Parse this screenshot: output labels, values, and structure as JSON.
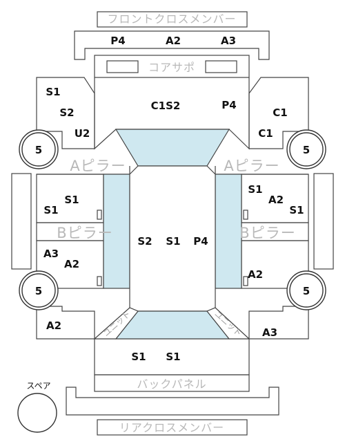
{
  "labels": {
    "front_cross_member": "フロントクロスメンバー",
    "core_support": "コアサポ",
    "a_pillar": "Aピラー",
    "b_pillar": "Bピラー",
    "unit": "ユニット",
    "back_panel": "バックパネル",
    "rear_cross_member": "リアクロスメンバー",
    "spare": "スペア"
  },
  "wheels": {
    "front_left": "5",
    "front_right": "5",
    "rear_left": "5",
    "rear_right": "5"
  },
  "codes": {
    "front_top": [
      "P4",
      "A2",
      "A3"
    ],
    "core_center": "C1S2",
    "core_right": "P4",
    "left_front_a": "S1",
    "left_front_b": "S2",
    "left_front_c": "U2",
    "right_front_a": "C1",
    "right_front_b": "C1",
    "left_door_a": "S1",
    "left_door_b": "S1",
    "right_door_a": "S1",
    "right_door_b": "A2",
    "right_door_c": "S1",
    "cabin": [
      "S2",
      "S1",
      "P4"
    ],
    "left_rear_door_a": "A3",
    "left_rear_door_b": "A2",
    "right_rear_door": "A2",
    "left_quarter": "A2",
    "right_quarter": "A3",
    "trunk": [
      "S1",
      "S1"
    ]
  }
}
